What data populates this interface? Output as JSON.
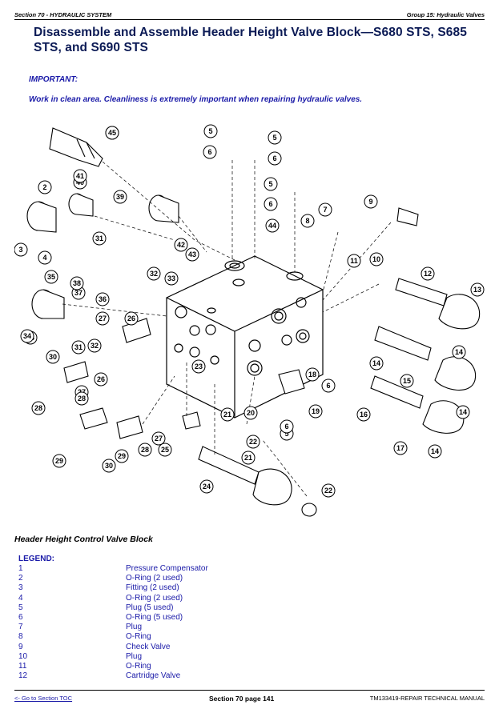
{
  "header": {
    "section": "Section 70 - HYDRAULIC SYSTEM",
    "group": "Group 15: Hydraulic Valves"
  },
  "title": "Disassemble and Assemble Header Height Valve Block—S680 STS, S685 STS, and S690 STS",
  "important_label": "IMPORTANT:",
  "important_text": "Work in clean area. Cleanliness is extremely important when repairing hydraulic valves.",
  "figure": {
    "caption": "Header Height Control Valve Block",
    "callouts": [
      "1",
      "2",
      "3",
      "4",
      "5",
      "5",
      "5",
      "5",
      "6",
      "6",
      "6",
      "6",
      "6",
      "7",
      "8",
      "9",
      "10",
      "11",
      "12",
      "13",
      "14",
      "14",
      "14",
      "14",
      "15",
      "16",
      "17",
      "18",
      "19",
      "20",
      "21",
      "21",
      "22",
      "22",
      "23",
      "24",
      "25",
      "26",
      "26",
      "27",
      "27",
      "27",
      "28",
      "28",
      "28",
      "29",
      "29",
      "30",
      "30",
      "31",
      "31",
      "32",
      "32",
      "33",
      "33",
      "34",
      "35",
      "36",
      "37",
      "38",
      "39",
      "40",
      "41",
      "42",
      "43",
      "44",
      "45"
    ]
  },
  "legend": {
    "title": "LEGEND:",
    "items": [
      {
        "num": "1",
        "desc": "Pressure Compensator"
      },
      {
        "num": "2",
        "desc": "O-Ring (2 used)"
      },
      {
        "num": "3",
        "desc": "Fitting (2 used)"
      },
      {
        "num": "4",
        "desc": "O-Ring (2 used)"
      },
      {
        "num": "5",
        "desc": "Plug (5 used)"
      },
      {
        "num": "6",
        "desc": "O-Ring (5 used)"
      },
      {
        "num": "7",
        "desc": "Plug"
      },
      {
        "num": "8",
        "desc": "O-Ring"
      },
      {
        "num": "9",
        "desc": "Check Valve"
      },
      {
        "num": "10",
        "desc": "Plug"
      },
      {
        "num": "11",
        "desc": "O-Ring"
      },
      {
        "num": "12",
        "desc": "Cartridge Valve"
      }
    ]
  },
  "footer": {
    "toc_link": "<- Go to Section TOC",
    "page": "Section 70 page 141",
    "manual": "TM133419-REPAIR TECHNICAL MANUAL"
  }
}
